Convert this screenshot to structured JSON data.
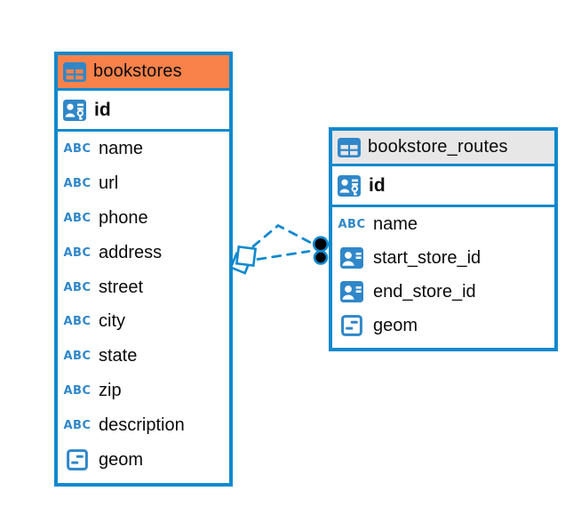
{
  "diagram": {
    "colors": {
      "accent_blue": "#1089CE",
      "icon_blue": "#2F87C9",
      "header_orange": "#F8824A",
      "header_gray": "#E7E7E7",
      "text_black": "#0B0B0B",
      "canvas_bg": "#FFFFFF"
    },
    "icons": {
      "abc_label": "ABC"
    },
    "tables": [
      {
        "title": "bookstores",
        "header_color": "#F8824A",
        "primary_key": "id",
        "primary_key_icon": "person-key-icon",
        "columns": [
          {
            "name": "name",
            "type": "text",
            "icon": "abc-text-icon"
          },
          {
            "name": "url",
            "type": "text",
            "icon": "abc-text-icon"
          },
          {
            "name": "phone",
            "type": "text",
            "icon": "abc-text-icon"
          },
          {
            "name": "address",
            "type": "text",
            "icon": "abc-text-icon"
          },
          {
            "name": "street",
            "type": "text",
            "icon": "abc-text-icon"
          },
          {
            "name": "city",
            "type": "text",
            "icon": "abc-text-icon"
          },
          {
            "name": "state",
            "type": "text",
            "icon": "abc-text-icon"
          },
          {
            "name": "zip",
            "type": "text",
            "icon": "abc-text-icon"
          },
          {
            "name": "description",
            "type": "text",
            "icon": "abc-text-icon"
          },
          {
            "name": "geom",
            "type": "geometry",
            "icon": "geometry-icon"
          }
        ]
      },
      {
        "title": "bookstore_routes",
        "header_color": "#E7E7E7",
        "primary_key": "id",
        "primary_key_icon": "person-key-icon",
        "columns": [
          {
            "name": "name",
            "type": "text",
            "icon": "abc-text-icon"
          },
          {
            "name": "start_store_id",
            "type": "reference",
            "icon": "person-card-icon"
          },
          {
            "name": "end_store_id",
            "type": "reference",
            "icon": "person-card-icon"
          },
          {
            "name": "geom",
            "type": "geometry",
            "icon": "geometry-icon"
          }
        ]
      }
    ],
    "relationship": {
      "source_table": "bookstores",
      "target_table": "bookstore_routes",
      "line_style": "dashed",
      "line_count": 2,
      "line_color": "#1089CE",
      "source_marker": "overlapping-squares",
      "target_marker": "stacked-black-dots"
    }
  }
}
